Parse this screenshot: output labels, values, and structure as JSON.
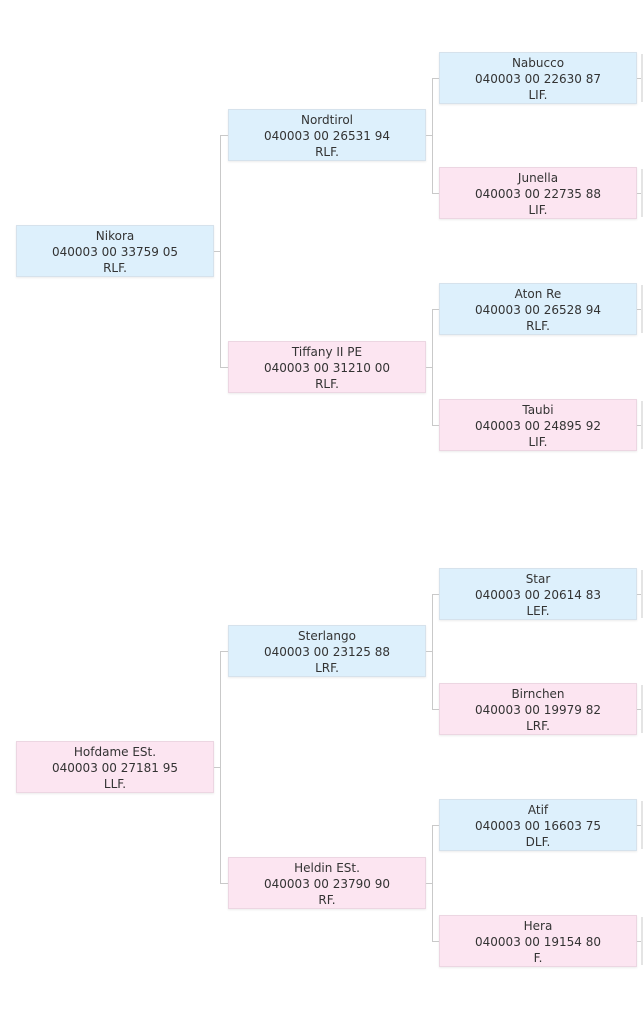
{
  "colors": {
    "male": "#ddf0fc",
    "female": "#fce5f1",
    "connector": "#c9c9c9"
  },
  "pedigrees": [
    {
      "subject": {
        "name": "Nikora",
        "id": "040003 00 33759 05",
        "code": "RLF.",
        "sex": "m"
      },
      "parents": [
        {
          "name": "Nordtirol",
          "id": "040003 00 26531 94",
          "code": "RLF.",
          "sex": "m"
        },
        {
          "name": "Tiffany II PE",
          "id": "040003 00 31210 00",
          "code": "RLF.",
          "sex": "f"
        }
      ],
      "grandparents": [
        {
          "name": "Nabucco",
          "id": "040003 00 22630 87",
          "code": "LIF.",
          "sex": "m"
        },
        {
          "name": "Junella",
          "id": "040003 00 22735 88",
          "code": "LIF.",
          "sex": "f"
        },
        {
          "name": "Aton Re",
          "id": "040003 00 26528 94",
          "code": "RLF.",
          "sex": "m"
        },
        {
          "name": "Taubi",
          "id": "040003 00 24895 92",
          "code": "LIF.",
          "sex": "f"
        }
      ]
    },
    {
      "subject": {
        "name": "Hofdame ESt.",
        "id": "040003 00 27181 95",
        "code": "LLF.",
        "sex": "f"
      },
      "parents": [
        {
          "name": "Sterlango",
          "id": "040003 00 23125 88",
          "code": "LRF.",
          "sex": "m"
        },
        {
          "name": "Heldin ESt.",
          "id": "040003 00 23790 90",
          "code": "RF.",
          "sex": "f"
        }
      ],
      "grandparents": [
        {
          "name": "Star",
          "id": "040003 00 20614 83",
          "code": "LEF.",
          "sex": "m"
        },
        {
          "name": "Birnchen",
          "id": "040003 00 19979 82",
          "code": "LRF.",
          "sex": "f"
        },
        {
          "name": "Atif",
          "id": "040003 00 16603 75",
          "code": "DLF.",
          "sex": "m"
        },
        {
          "name": "Hera",
          "id": "040003 00 19154 80",
          "code": "F.",
          "sex": "f"
        }
      ]
    }
  ]
}
